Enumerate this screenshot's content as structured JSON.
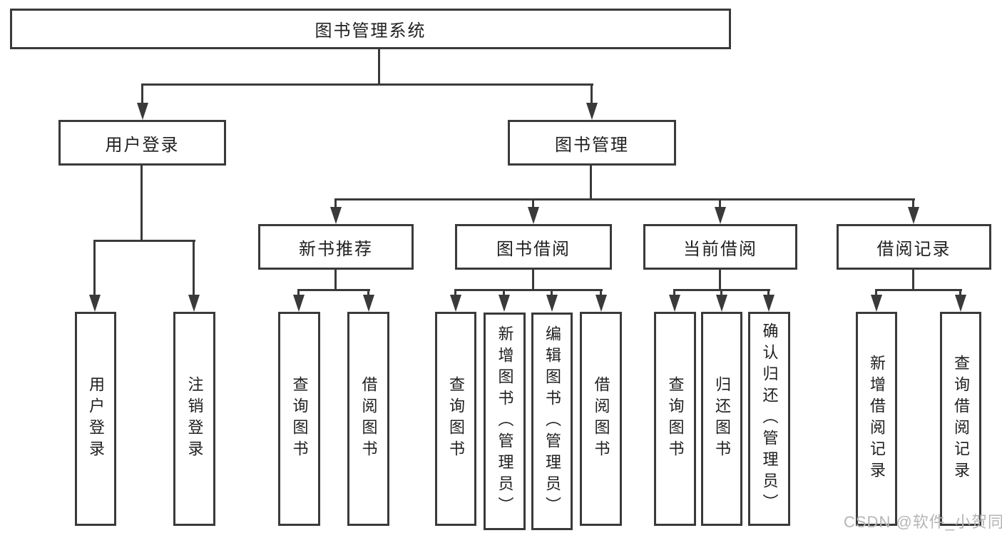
{
  "tree": {
    "root": {
      "label": "图书管理系统",
      "children": [
        {
          "label": "用户登录",
          "children": [
            {
              "label": "用户登录"
            },
            {
              "label": "注销登录"
            }
          ]
        },
        {
          "label": "图书管理",
          "children": [
            {
              "label": "新书推荐",
              "children": [
                {
                  "label": "查询图书"
                },
                {
                  "label": "借阅图书"
                }
              ]
            },
            {
              "label": "图书借阅",
              "children": [
                {
                  "label": "查询图书"
                },
                {
                  "label": "新增图书（管理员）"
                },
                {
                  "label": "编辑图书（管理员）"
                },
                {
                  "label": "借阅图书"
                }
              ]
            },
            {
              "label": "当前借阅",
              "children": [
                {
                  "label": "查询图书"
                },
                {
                  "label": "归还图书"
                },
                {
                  "label": "确认归还（管理员）"
                }
              ]
            },
            {
              "label": "借阅记录",
              "children": [
                {
                  "label": "新增借阅记录"
                },
                {
                  "label": "查询借阅记录"
                }
              ]
            }
          ]
        }
      ]
    }
  },
  "watermark": {
    "text": "CSDN @软件_小贺同学"
  },
  "colors": {
    "line": "#3a3a3a",
    "box_border": "#3a3a3a",
    "box_background": "#ffffff",
    "text": "#1f1f1f",
    "watermark": "#b5b5b5",
    "page_background": "#ffffff"
  }
}
